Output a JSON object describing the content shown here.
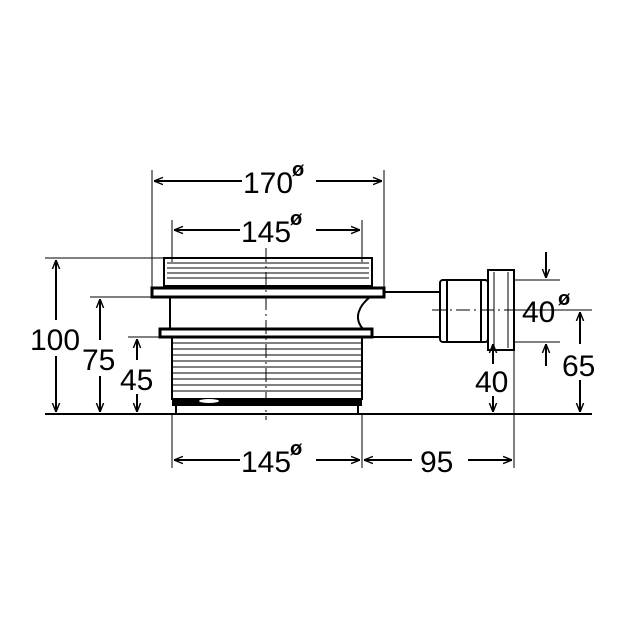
{
  "dimensions": {
    "top_outer_diameter": "170",
    "top_inner_diameter": "145",
    "bottom_diameter": "145",
    "outlet_offset": "95",
    "outlet_diameter": "40",
    "height_total": "100",
    "height_flange": "75",
    "height_body": "45",
    "outlet_height": "40",
    "outlet_top": "65"
  },
  "symbols": {
    "diameter": "ø"
  }
}
